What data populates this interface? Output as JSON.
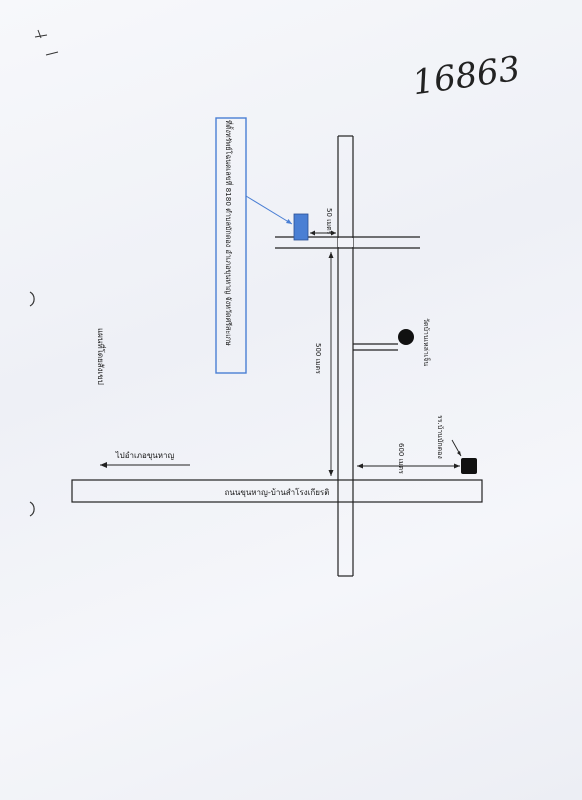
{
  "document_number": "16863",
  "map_title": "แผนที่โดยสังเขป",
  "location_label": "ที่ตั้งทรัพย์โฉนดเลขที่ 8180 ตำบลบักดอง อำเภอขุนหาญ จังหวัดศรีสะเกษ",
  "main_road_label": "ถนนขุนหาญ-บ้านสำโรงเกียรติ",
  "direction_label": "ไปอำเภอขุนหาญ",
  "distance_50": "50 เมตร",
  "distance_500": "500 เมตร",
  "distance_600": "600 เมตร",
  "temple_label": "วัดบ้านเหล่าเจ็น",
  "school_label": "รร.บ้านบักดอง",
  "colors": {
    "property_marker": "#4a7fd4",
    "label_box_border": "#4a7fd4",
    "road_line": "#222222",
    "landmark": "#111111"
  }
}
